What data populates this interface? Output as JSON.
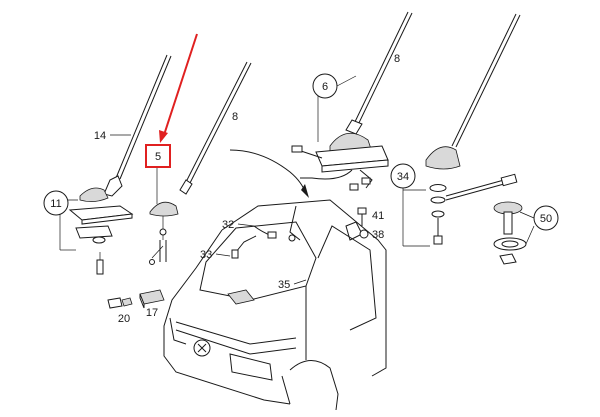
{
  "labels": {
    "p5": "5",
    "p6": "6",
    "p8a": "8",
    "p8b": "8",
    "p11": "11",
    "p14": "14",
    "p17": "17",
    "p20": "20",
    "p32": "32",
    "p33": "33",
    "p34": "34",
    "p35": "35",
    "p38": "38",
    "p41": "41",
    "p50": "50"
  },
  "colors": {
    "highlight": "#e02020",
    "ink": "#1a1a1a"
  }
}
